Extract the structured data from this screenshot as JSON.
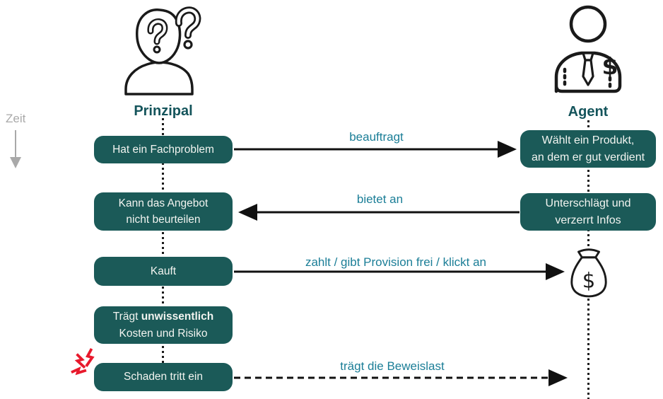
{
  "time_label": "Zeit",
  "actors": {
    "principal": "Prinzipal",
    "agent": "Agent"
  },
  "left_boxes": [
    {
      "lines": [
        "Hat ein Fachproblem"
      ]
    },
    {
      "lines": [
        "Kann das Angebot",
        "nicht beurteilen"
      ]
    },
    {
      "lines": [
        "Kauft"
      ]
    },
    {
      "pre": "Trägt",
      "bold": "unwissentlich",
      "line2": "Kosten und Risiko"
    },
    {
      "lines": [
        "Schaden tritt ein"
      ]
    }
  ],
  "right_boxes": [
    {
      "lines": [
        "Wählt ein Produkt,",
        "an dem er gut verdient"
      ]
    },
    {
      "lines": [
        "Unterschlägt und",
        "verzerrt Infos"
      ]
    }
  ],
  "messages": [
    {
      "label": "beauftragt",
      "from": "principal",
      "to": "agent",
      "style": "solid"
    },
    {
      "label": "bietet an",
      "from": "agent",
      "to": "principal",
      "style": "solid"
    },
    {
      "label": "zahlt / gibt Provision frei / klickt an",
      "from": "principal",
      "to": "agent",
      "style": "solid"
    },
    {
      "label": "trägt die Beweislast",
      "from": "principal",
      "to": "agent",
      "style": "dashed"
    }
  ],
  "icons": {
    "principal": "confused-person-question-icon",
    "agent": "businessman-tie-dollar-icon",
    "money_bag": "money-bag-icon",
    "impact": "red-lightning-impact-icon"
  },
  "colors": {
    "box_fill": "#1B5A58",
    "box_text": "#F2F4F0",
    "actor_label": "#14545B",
    "arrow_label": "#1B7E97",
    "arrow_line": "#111111",
    "time_gray": "#A9A9A9",
    "impact_red": "#E8192C"
  }
}
